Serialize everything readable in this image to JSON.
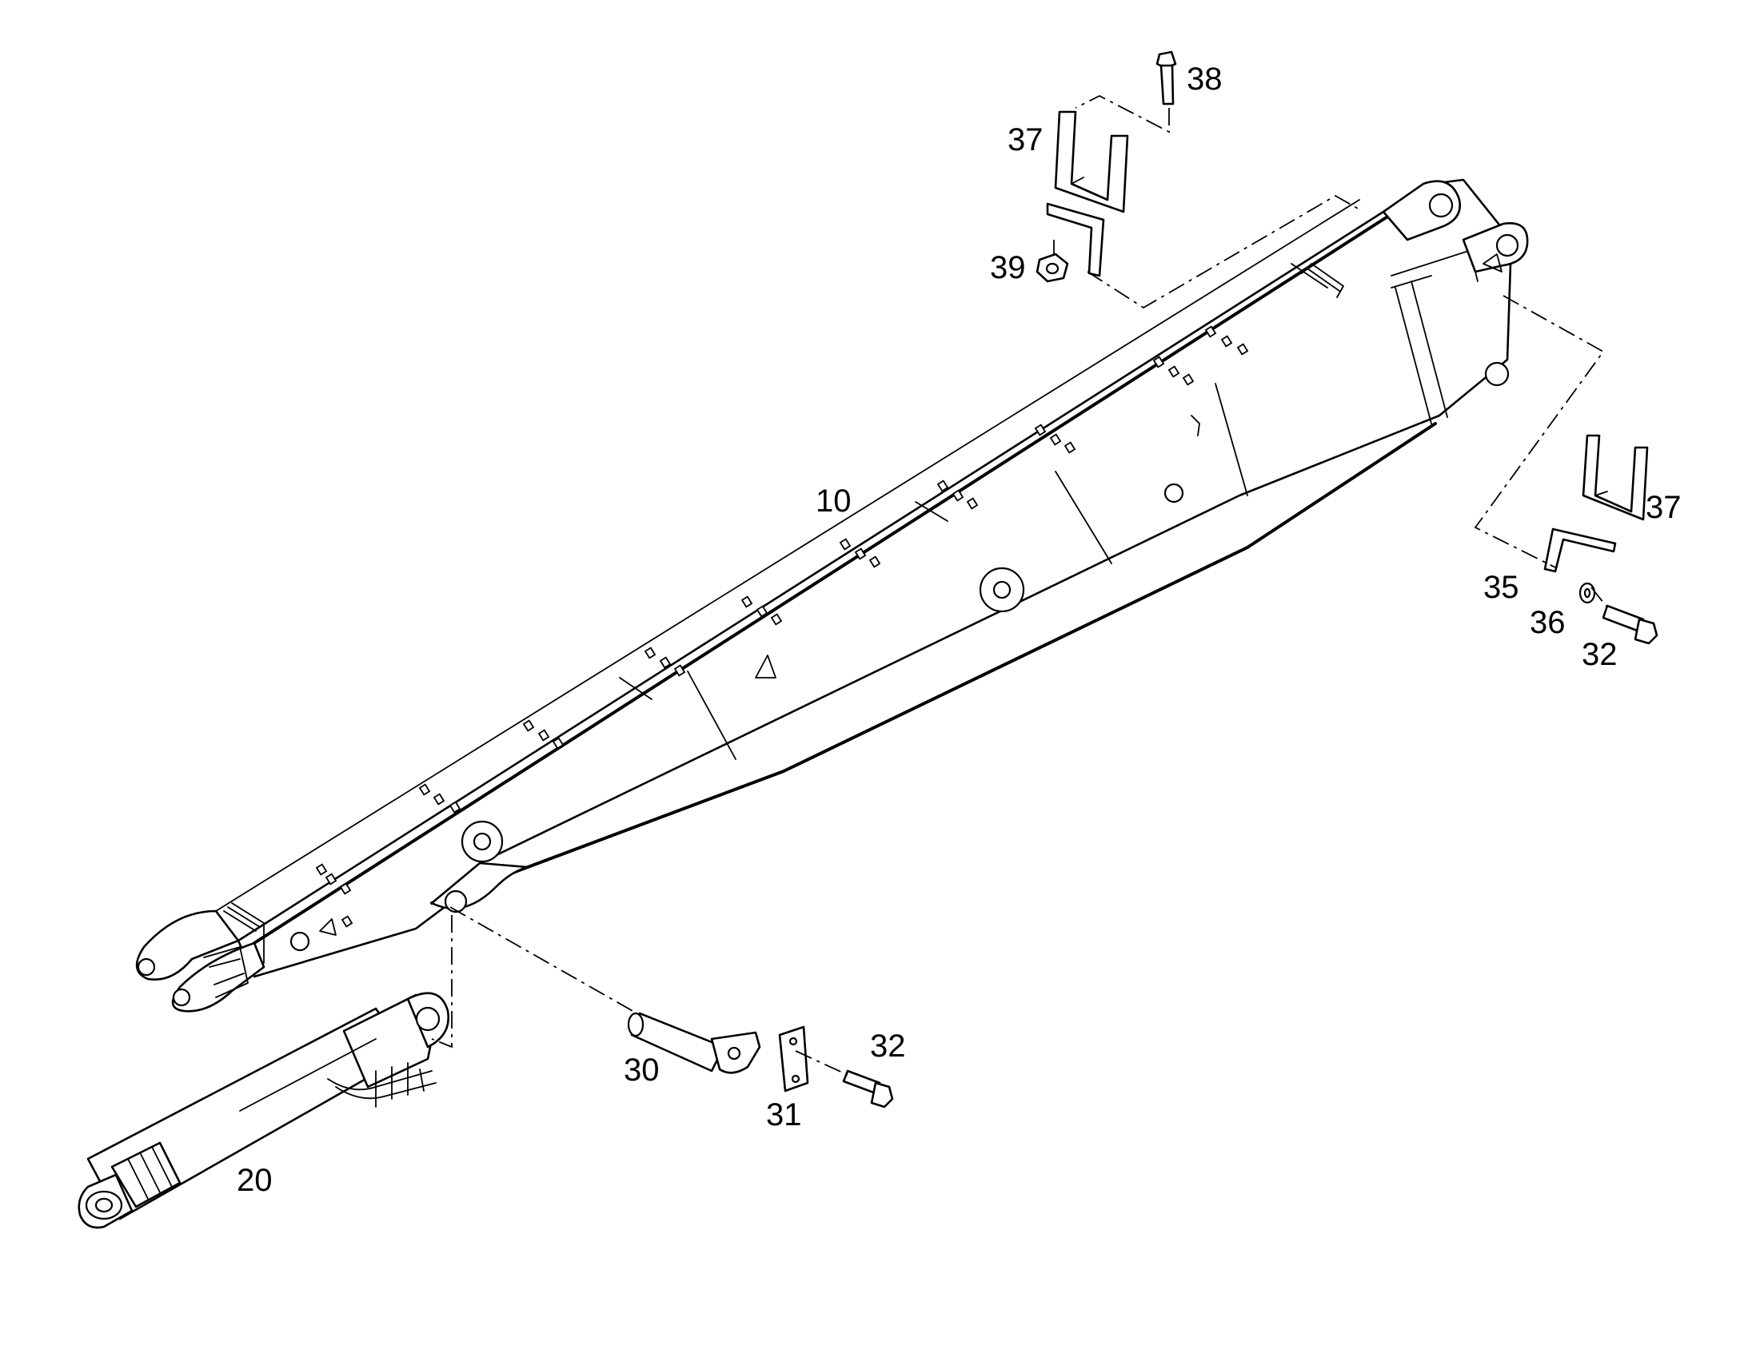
{
  "callouts": {
    "c10": "10",
    "c20": "20",
    "c30": "30",
    "c31": "31",
    "c32a": "32",
    "c32b": "32",
    "c35": "35",
    "c36": "36",
    "c37a": "37",
    "c37b": "37",
    "c38": "38",
    "c39": "39"
  },
  "colors": {
    "line": "#000000",
    "background": "#ffffff"
  }
}
